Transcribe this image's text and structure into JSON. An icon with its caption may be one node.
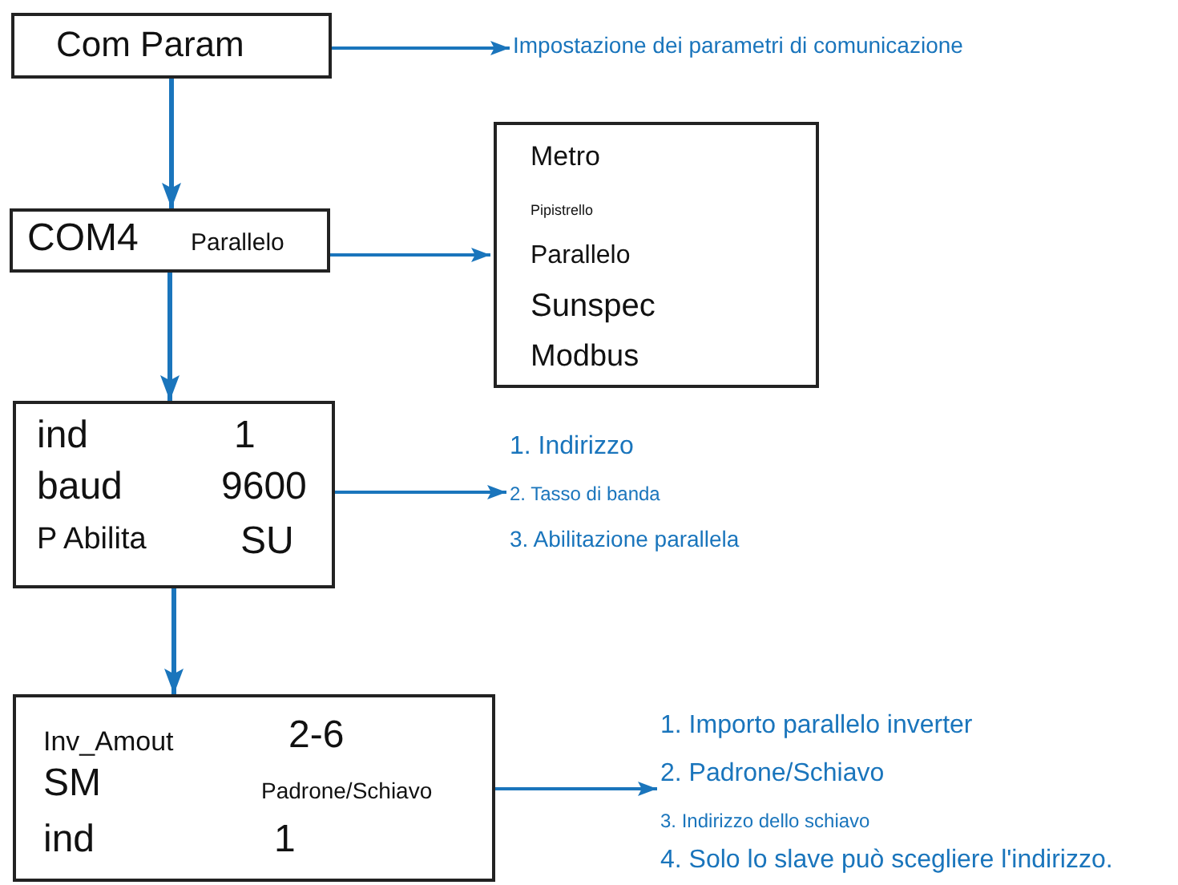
{
  "diagram": {
    "nodes": [
      {
        "text": [
          "Com Param"
        ]
      },
      {
        "text": [
          "COM4",
          "Parallelo"
        ]
      },
      {
        "text": [
          "ind",
          "1",
          "baud",
          "9600",
          "P Abilita",
          "SU"
        ]
      },
      {
        "text": [
          "Inv_Amout",
          "2-6",
          "SM",
          "Padrone/Schiavo",
          "ind",
          "1"
        ]
      },
      {
        "text": [
          "Impostazione dei parametri di comunicazione"
        ]
      },
      {
        "text": [
          "Metro",
          "Pipistrello",
          "Parallelo",
          "Sunspec",
          "Modbus"
        ]
      },
      {
        "text": [
          "1. Indirizzo",
          "2. Tasso di banda",
          "3. Abilitazione parallela"
        ]
      },
      {
        "text": [
          "1. Importo parallelo inverter",
          "2. Padrone/Schiavo",
          "3. Indirizzo dello schiavo",
          "4. Solo lo slave può scegliere l'indirizzo."
        ]
      }
    ],
    "edges": [
      {
        "from": 0,
        "to": 1,
        "arrow": "to"
      },
      {
        "from": 1,
        "to": 2,
        "arrow": "to"
      },
      {
        "from": 2,
        "to": 3,
        "arrow": "to"
      },
      {
        "from": 0,
        "to": 4,
        "arrow": "to"
      },
      {
        "from": 1,
        "to": 5,
        "arrow": "to"
      },
      {
        "from": 2,
        "to": 6,
        "arrow": "to"
      },
      {
        "from": 3,
        "to": 7,
        "arrow": "to"
      }
    ]
  }
}
